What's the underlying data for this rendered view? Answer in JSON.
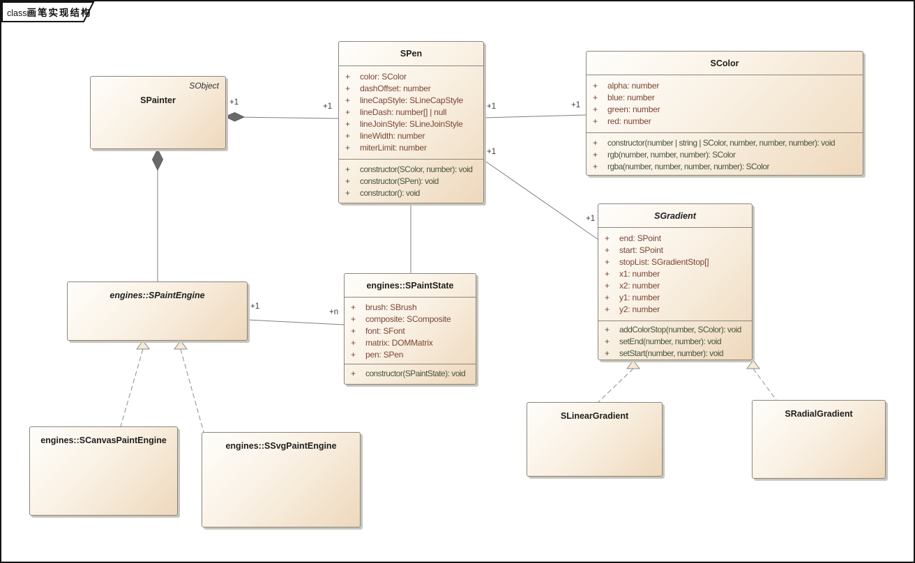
{
  "ui": {
    "plus": "+"
  },
  "frame": {
    "keyword": "class",
    "title": "画笔实现结构"
  },
  "classes": {
    "spainter": {
      "name": "SPainter",
      "stereotype": "SObject"
    },
    "spen": {
      "name": "SPen",
      "attributes": [
        "color: SColor",
        "dashOffset: number",
        "lineCapStyle: SLineCapStyle",
        "lineDash: number[] | null",
        "lineJoinStyle: SLineJoinStyle",
        "lineWidth: number",
        "miterLimit: number"
      ],
      "operations": [
        "constructor(SColor, number): void",
        "constructor(SPen): void",
        "constructor(): void"
      ]
    },
    "scolor": {
      "name": "SColor",
      "attributes": [
        "alpha: number",
        "blue: number",
        "green: number",
        "red: number"
      ],
      "operations": [
        "constructor(number | string | SColor, number, number, number): void",
        "rgb(number, number, number): SColor",
        "rgba(number, number, number, number): SColor"
      ]
    },
    "sgradient": {
      "name": "SGradient",
      "attributes": [
        "end: SPoint",
        "start: SPoint",
        "stopList: SGradientStop[]",
        "x1: number",
        "x2: number",
        "y1: number",
        "y2: number"
      ],
      "operations": [
        "addColorStop(number, SColor): void",
        "setEnd(number, number): void",
        "setStart(number, number): void"
      ]
    },
    "spaintengine": {
      "name": "engines::SPaintEngine"
    },
    "spaintstate": {
      "name": "engines::SPaintState",
      "attributes": [
        "brush: SBrush",
        "composite: SComposite",
        "font: SFont",
        "matrix: DOMMatrix",
        "pen: SPen"
      ],
      "operations": [
        "constructor(SPaintState): void"
      ]
    },
    "scanvaspaintengine": {
      "name": "engines::SCanvasPaintEngine"
    },
    "ssvgpaintengine": {
      "name": "engines::SSvgPaintEngine"
    },
    "slineargradient": {
      "name": "SLinearGradient"
    },
    "sradialgradient": {
      "name": "SRadialGradient"
    }
  },
  "associations": {
    "painter_pen": {
      "source_label": "+1",
      "target_label": "+1"
    },
    "pen_color": {
      "source_label": "+1",
      "target_label": "+1"
    },
    "pen_gradient": {
      "source_label": "+1",
      "target_label": "+1"
    },
    "engine_state": {
      "source_label": "+1",
      "target_label": "+n"
    }
  },
  "colors": {
    "box_fill_light": "#fffefc",
    "box_fill_tan": "#eed8bc",
    "box_border": "#8a867c",
    "attribute_text": "#7c4434",
    "operation_text": "#46523a",
    "connector": "#7d7d7d",
    "diamond_fill": "#696969"
  }
}
